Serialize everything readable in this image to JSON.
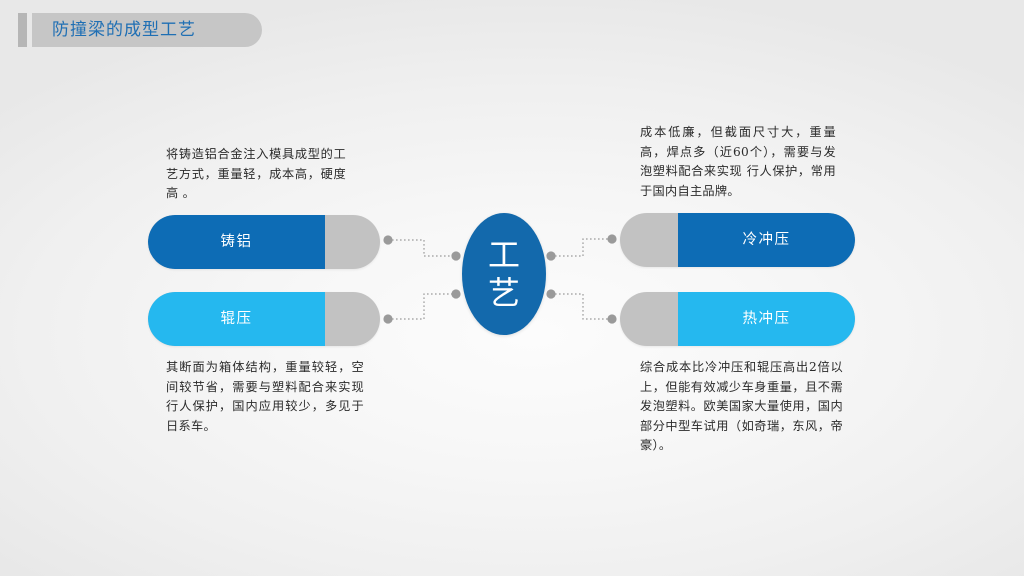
{
  "slide": {
    "title": "防撞梁的成型工艺",
    "title_accent_color": "#b6b6b6",
    "title_plate_color": "#c6c6c6",
    "title_text_color": "#1f6fb4",
    "background": "#f4f4f4"
  },
  "center": {
    "name": "工艺",
    "char1": "工",
    "char2": "艺",
    "color": "#1369ac"
  },
  "colors": {
    "dark_blue": "#0d6cb5",
    "light_blue": "#25b8ef",
    "gray": "#c2c2c2",
    "connector": "#9a9a9a"
  },
  "nodes": [
    {
      "id": "cast-aluminum",
      "label": "铸铝",
      "side": "left",
      "color": "#0d6cb5",
      "description": "将铸造铝合金注入模具成型的工艺方式，重量轻，成本高，硬度高 。"
    },
    {
      "id": "roll-forming",
      "label": "辊压",
      "side": "left",
      "color": "#25b8ef",
      "description": "其断面为箱体结构，重量较轻，空间较节省，需要与塑料配合来实现行人保护，国内应用较少，多见于日系车。"
    },
    {
      "id": "cold-stamping",
      "label": "冷冲压",
      "side": "right",
      "color": "#0d6cb5",
      "description": "成本低廉，但截面尺寸大，重量高，焊点多（近60个），需要与发泡塑料配合来实现 行人保护，常用于国内自主品牌。"
    },
    {
      "id": "hot-stamping",
      "label": "热冲压",
      "side": "right",
      "color": "#25b8ef",
      "description": "综合成本比冷冲压和辊压高出2倍以上，但能有效减少车身重量，且不需发泡塑料。欧美国家大量使用，国内部分中型车试用（如奇瑞，东风，帝豪）。"
    }
  ]
}
